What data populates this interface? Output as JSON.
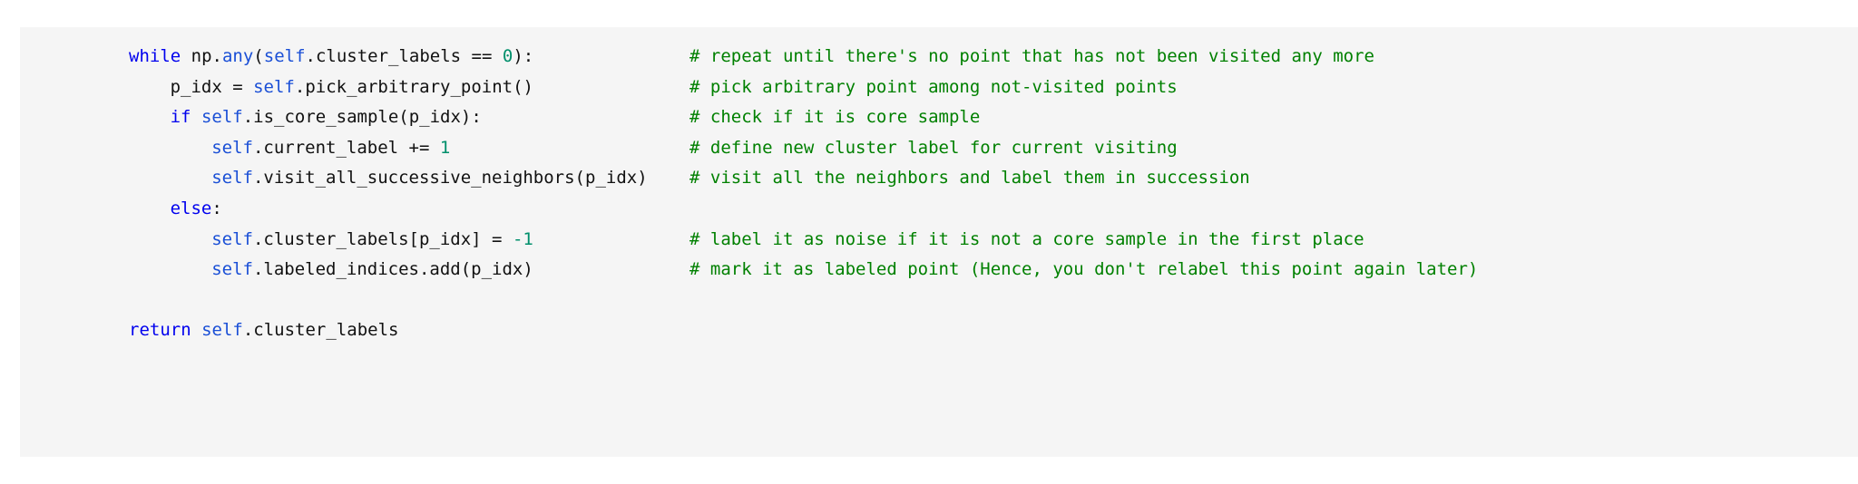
{
  "view": {
    "kind": "code-snippet",
    "language": "python",
    "background": "#ffffff",
    "code_background": "#f5f5f5"
  },
  "colors": {
    "keyword": "#0000ee",
    "self": "#1a4fd6",
    "number": "#008f6b",
    "comment": "#008000",
    "text": "#111111"
  },
  "code": {
    "lines": [
      {
        "indent": 0,
        "tokens": [
          {
            "t": "while",
            "c": "kw"
          },
          {
            "t": " np.",
            "c": "plain"
          },
          {
            "t": "any",
            "c": "self"
          },
          {
            "t": "(",
            "c": "plain"
          },
          {
            "t": "self",
            "c": "self"
          },
          {
            "t": ".cluster_labels == ",
            "c": "plain"
          },
          {
            "t": "0",
            "c": "num"
          },
          {
            "t": "):",
            "c": "plain"
          }
        ],
        "comment": "# repeat until there's no point that has not been visited any more"
      },
      {
        "indent": 1,
        "tokens": [
          {
            "t": "p_idx = ",
            "c": "plain"
          },
          {
            "t": "self",
            "c": "self"
          },
          {
            "t": ".pick_arbitrary_point()",
            "c": "plain"
          }
        ],
        "comment": "# pick arbitrary point among not-visited points"
      },
      {
        "indent": 1,
        "tokens": [
          {
            "t": "if",
            "c": "kw"
          },
          {
            "t": " ",
            "c": "plain"
          },
          {
            "t": "self",
            "c": "self"
          },
          {
            "t": ".is_core_sample(p_idx):",
            "c": "plain"
          }
        ],
        "comment": "# check if it is core sample"
      },
      {
        "indent": 2,
        "tokens": [
          {
            "t": "self",
            "c": "self"
          },
          {
            "t": ".current_label += ",
            "c": "plain"
          },
          {
            "t": "1",
            "c": "num"
          }
        ],
        "comment": "# define new cluster label for current visiting"
      },
      {
        "indent": 2,
        "tokens": [
          {
            "t": "self",
            "c": "self"
          },
          {
            "t": ".visit_all_successive_neighbors(p_idx)",
            "c": "plain"
          }
        ],
        "comment": "# visit all the neighbors and label them in succession"
      },
      {
        "indent": 1,
        "tokens": [
          {
            "t": "else",
            "c": "kw"
          },
          {
            "t": ":",
            "c": "plain"
          }
        ],
        "comment": ""
      },
      {
        "indent": 2,
        "tokens": [
          {
            "t": "self",
            "c": "self"
          },
          {
            "t": ".cluster_labels[p_idx] = ",
            "c": "plain"
          },
          {
            "t": "-1",
            "c": "num"
          }
        ],
        "comment": "# label it as noise if it is not a core sample in the first place"
      },
      {
        "indent": 2,
        "tokens": [
          {
            "t": "self",
            "c": "self"
          },
          {
            "t": ".labeled_indices.add(p_idx)",
            "c": "plain"
          }
        ],
        "comment": "# mark it as labeled point (Hence, you don't relabel this point again later)"
      },
      {
        "indent": 0,
        "tokens": [],
        "comment": ""
      },
      {
        "indent": 0,
        "tokens": [
          {
            "t": "return",
            "c": "kw"
          },
          {
            "t": " ",
            "c": "plain"
          },
          {
            "t": "self",
            "c": "self"
          },
          {
            "t": ".cluster_labels",
            "c": "plain"
          }
        ],
        "comment": ""
      }
    ]
  }
}
